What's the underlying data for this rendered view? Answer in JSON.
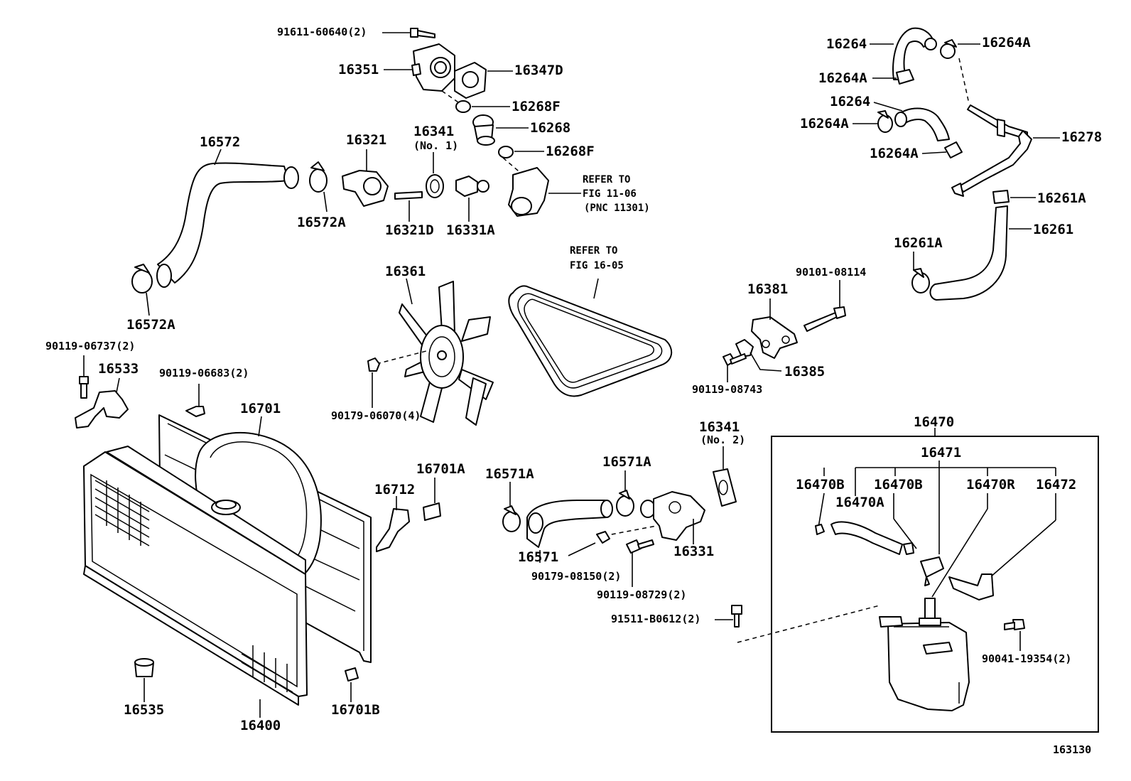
{
  "diagram": {
    "figure_number": "163130",
    "labels": [
      {
        "id": "l-91611-60640",
        "text": "91611-60640(2)"
      },
      {
        "id": "l-16351",
        "text": "16351"
      },
      {
        "id": "l-16347D",
        "text": "16347D"
      },
      {
        "id": "l-16268F-a",
        "text": "16268F"
      },
      {
        "id": "l-16268",
        "text": "16268"
      },
      {
        "id": "l-16268F-b",
        "text": "16268F"
      },
      {
        "id": "l-16572",
        "text": "16572"
      },
      {
        "id": "l-16321",
        "text": "16321"
      },
      {
        "id": "l-16341-1",
        "text": "16341"
      },
      {
        "id": "l-16341-1-sub",
        "text": "(No. 1)"
      },
      {
        "id": "l-refer-11",
        "text": "REFER TO"
      },
      {
        "id": "l-refer-11b",
        "text": "FIG 11-06"
      },
      {
        "id": "l-refer-11c",
        "text": "(PNC 11301)"
      },
      {
        "id": "l-16572A-a",
        "text": "16572A"
      },
      {
        "id": "l-16321D",
        "text": "16321D"
      },
      {
        "id": "l-16331A",
        "text": "16331A"
      },
      {
        "id": "l-16572A-b",
        "text": "16572A"
      },
      {
        "id": "l-16361",
        "text": "16361"
      },
      {
        "id": "l-refer-16",
        "text": "REFER TO"
      },
      {
        "id": "l-refer-16b",
        "text": "FIG 16-05"
      },
      {
        "id": "l-90119-06737",
        "text": "90119-06737(2)"
      },
      {
        "id": "l-16533",
        "text": "16533"
      },
      {
        "id": "l-90119-06683",
        "text": "90119-06683(2)"
      },
      {
        "id": "l-16701",
        "text": "16701"
      },
      {
        "id": "l-90179-06070",
        "text": "90179-06070(4)"
      },
      {
        "id": "l-16264-a",
        "text": "16264"
      },
      {
        "id": "l-16264A-a",
        "text": "16264A"
      },
      {
        "id": "l-16264A-b",
        "text": "16264A"
      },
      {
        "id": "l-16264-b",
        "text": "16264"
      },
      {
        "id": "l-16264A-c",
        "text": "16264A"
      },
      {
        "id": "l-16278",
        "text": "16278"
      },
      {
        "id": "l-16264A-d",
        "text": "16264A"
      },
      {
        "id": "l-16261A-a",
        "text": "16261A"
      },
      {
        "id": "l-16261",
        "text": "16261"
      },
      {
        "id": "l-16261A-b",
        "text": "16261A"
      },
      {
        "id": "l-90101-08114",
        "text": "90101-08114"
      },
      {
        "id": "l-16381",
        "text": "16381"
      },
      {
        "id": "l-16385",
        "text": "16385"
      },
      {
        "id": "l-90119-08743",
        "text": "90119-08743"
      },
      {
        "id": "l-16341-2",
        "text": "16341"
      },
      {
        "id": "l-16341-2-sub",
        "text": "(No. 2)"
      },
      {
        "id": "l-16470",
        "text": "16470"
      },
      {
        "id": "l-16471",
        "text": "16471"
      },
      {
        "id": "l-16470B-a",
        "text": "16470B"
      },
      {
        "id": "l-16470B-b",
        "text": "16470B"
      },
      {
        "id": "l-16470R",
        "text": "16470R"
      },
      {
        "id": "l-16472",
        "text": "16472"
      },
      {
        "id": "l-16470A",
        "text": "16470A"
      },
      {
        "id": "l-16701A",
        "text": "16701A"
      },
      {
        "id": "l-16712",
        "text": "16712"
      },
      {
        "id": "l-16571A-a",
        "text": "16571A"
      },
      {
        "id": "l-16571A-b",
        "text": "16571A"
      },
      {
        "id": "l-16571",
        "text": "16571"
      },
      {
        "id": "l-16331",
        "text": "16331"
      },
      {
        "id": "l-90179-08150",
        "text": "90179-08150(2)"
      },
      {
        "id": "l-90119-08729",
        "text": "90119-08729(2)"
      },
      {
        "id": "l-91511-B0612",
        "text": "91511-B0612(2)"
      },
      {
        "id": "l-90041-19354",
        "text": "90041-19354(2)"
      },
      {
        "id": "l-16535",
        "text": "16535"
      },
      {
        "id": "l-16400",
        "text": "16400"
      },
      {
        "id": "l-16701B",
        "text": "16701B"
      }
    ]
  }
}
